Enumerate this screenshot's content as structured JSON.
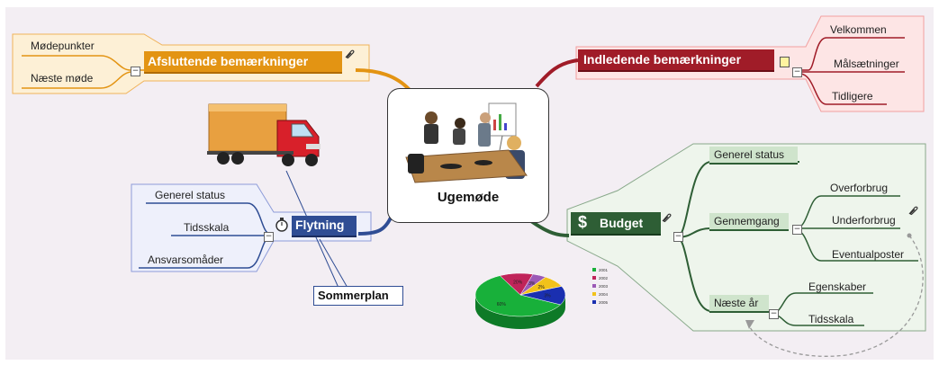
{
  "central": {
    "title": "Ugemøde"
  },
  "branches": {
    "afsluttende": {
      "label": "Afsluttende bemærkninger",
      "children": [
        "Mødepunkter",
        "Næste møde"
      ],
      "color": "#e39413"
    },
    "indledende": {
      "label": "Indledende bemærkninger",
      "children": [
        "Velkommen",
        "Målsætninger",
        "Tidligere"
      ],
      "color": "#a01c28"
    },
    "flytning": {
      "label": "Flytning",
      "children": [
        "Generel status",
        "Tidsskala",
        "Ansvarsomåder"
      ],
      "callout": "Sommerplan",
      "color": "#2f4d94"
    },
    "budget": {
      "label": "Budget",
      "symbol": "$",
      "color": "#2e5e35",
      "generel": "Generel status",
      "gennemgang": {
        "label": "Gennemgang",
        "children": [
          "Overforbrug",
          "Underforbrug",
          "Eventualposter"
        ]
      },
      "naeste_aar": {
        "label": "Næste år",
        "children": [
          "Egenskaber",
          "Tidsskala"
        ]
      }
    }
  },
  "toggle_symbol": "−",
  "icons": [
    "paperclip-icon",
    "note-icon",
    "stopwatch-icon",
    "dollar-icon",
    "truck-image",
    "meeting-image",
    "pie-chart-image"
  ],
  "chart_data": {
    "type": "pie",
    "slice_labels": [
      "3%",
      "2%",
      "3%",
      "20%",
      "60%"
    ],
    "legend": [
      "2001",
      "2002",
      "2003",
      "2004",
      "2005"
    ],
    "colors": [
      "#18b03a",
      "#c0245a",
      "#9b59b6",
      "#f2c21a",
      "#1a2fb0"
    ]
  }
}
